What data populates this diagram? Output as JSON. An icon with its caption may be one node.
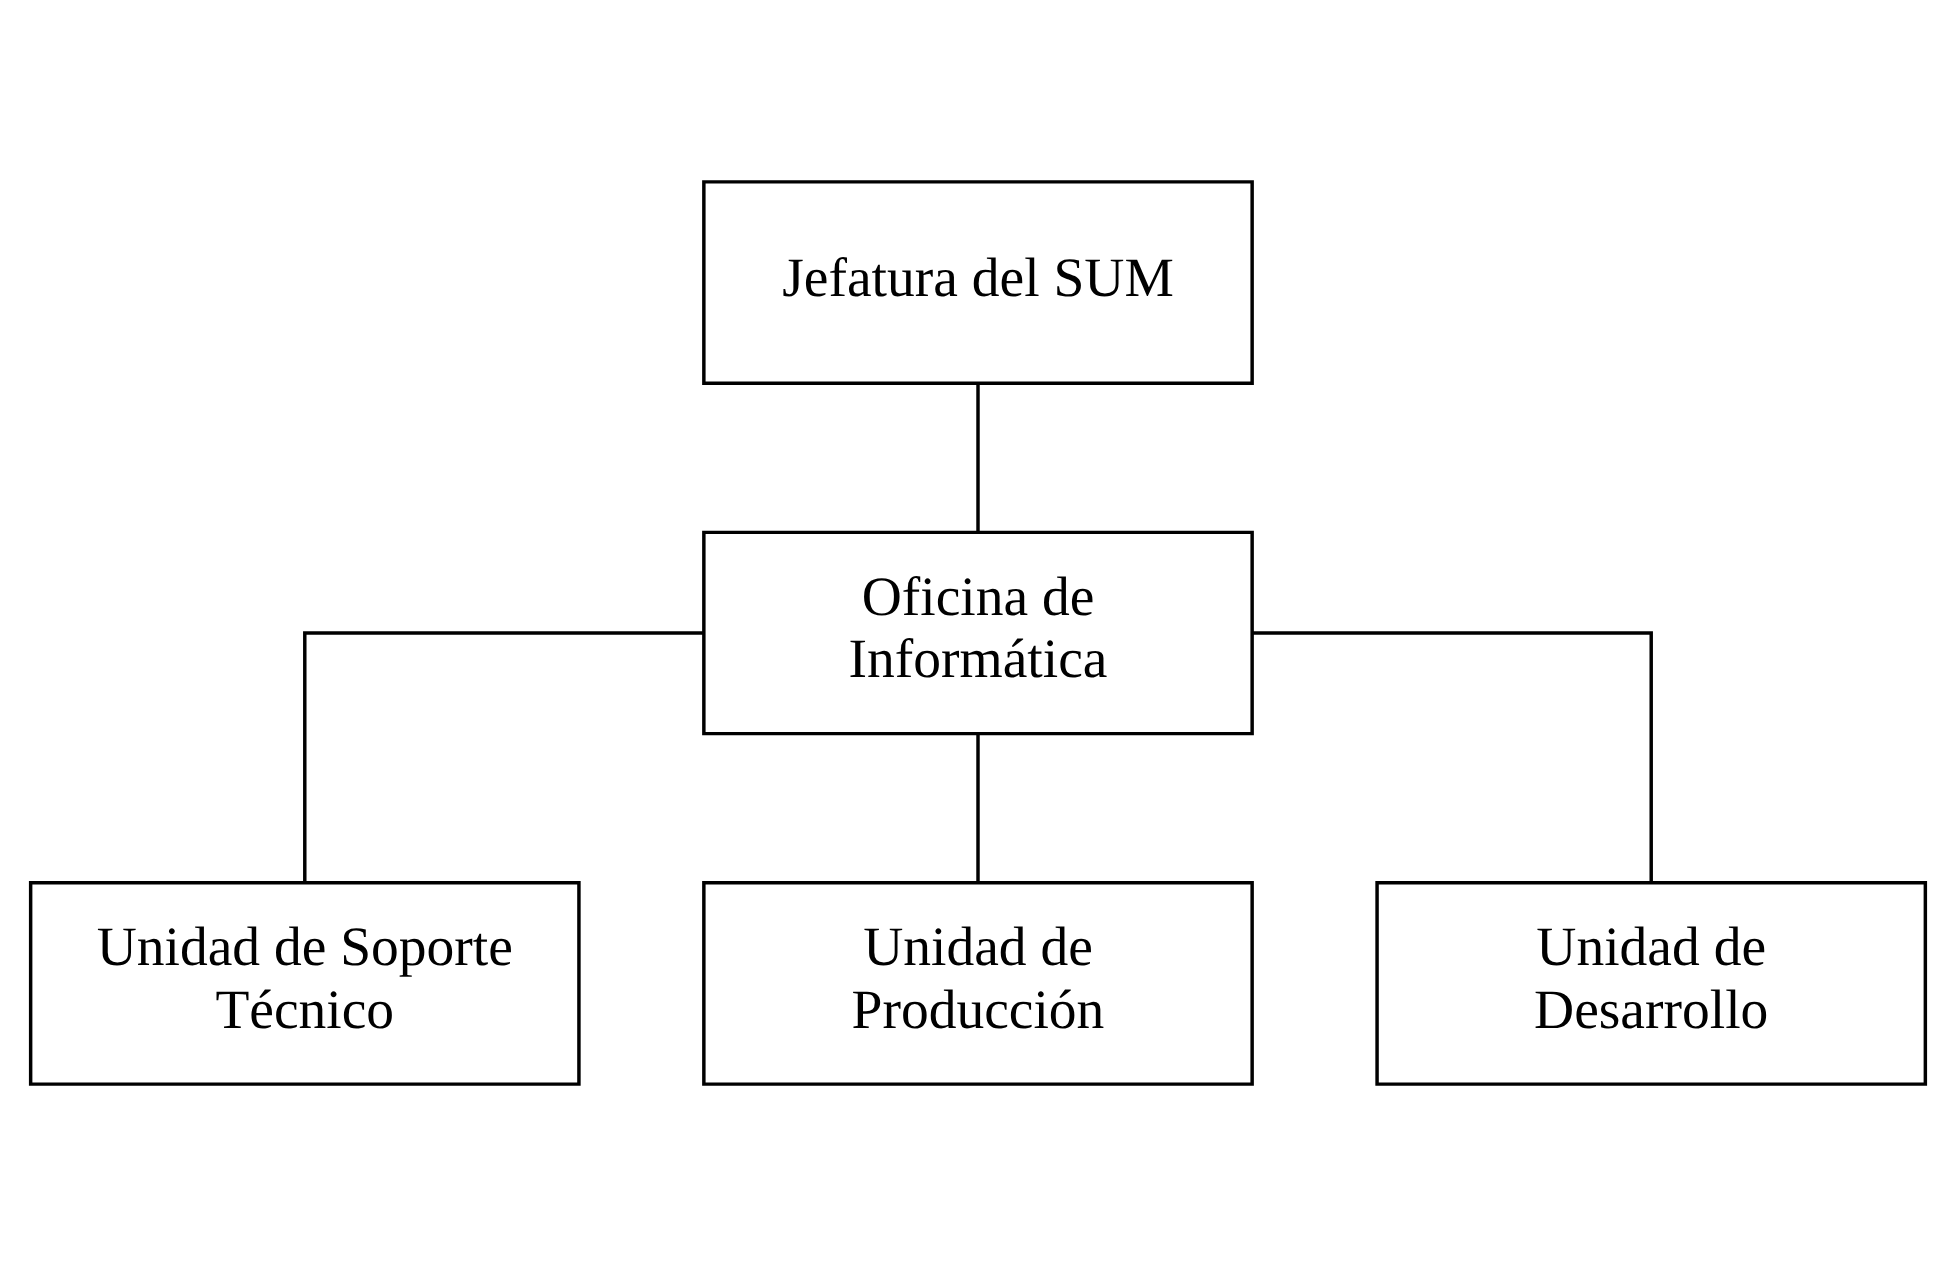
{
  "diagram": {
    "nodes": [
      {
        "text": [
          "Jefatura del SUM"
        ]
      },
      {
        "text": [
          "Oficina de Informática"
        ]
      },
      {
        "text": [
          "Unidad de Soporte Técnico"
        ]
      },
      {
        "text": [
          "Unidad de Producción"
        ]
      },
      {
        "text": [
          "Unidad de Desarrollo"
        ]
      }
    ],
    "edges": [
      {
        "from": 0,
        "to": 1,
        "arrow": "none"
      },
      {
        "from": 1,
        "to": 2,
        "arrow": "none"
      },
      {
        "from": 1,
        "to": 3,
        "arrow": "none"
      },
      {
        "from": 1,
        "to": 4,
        "arrow": "none"
      }
    ]
  }
}
